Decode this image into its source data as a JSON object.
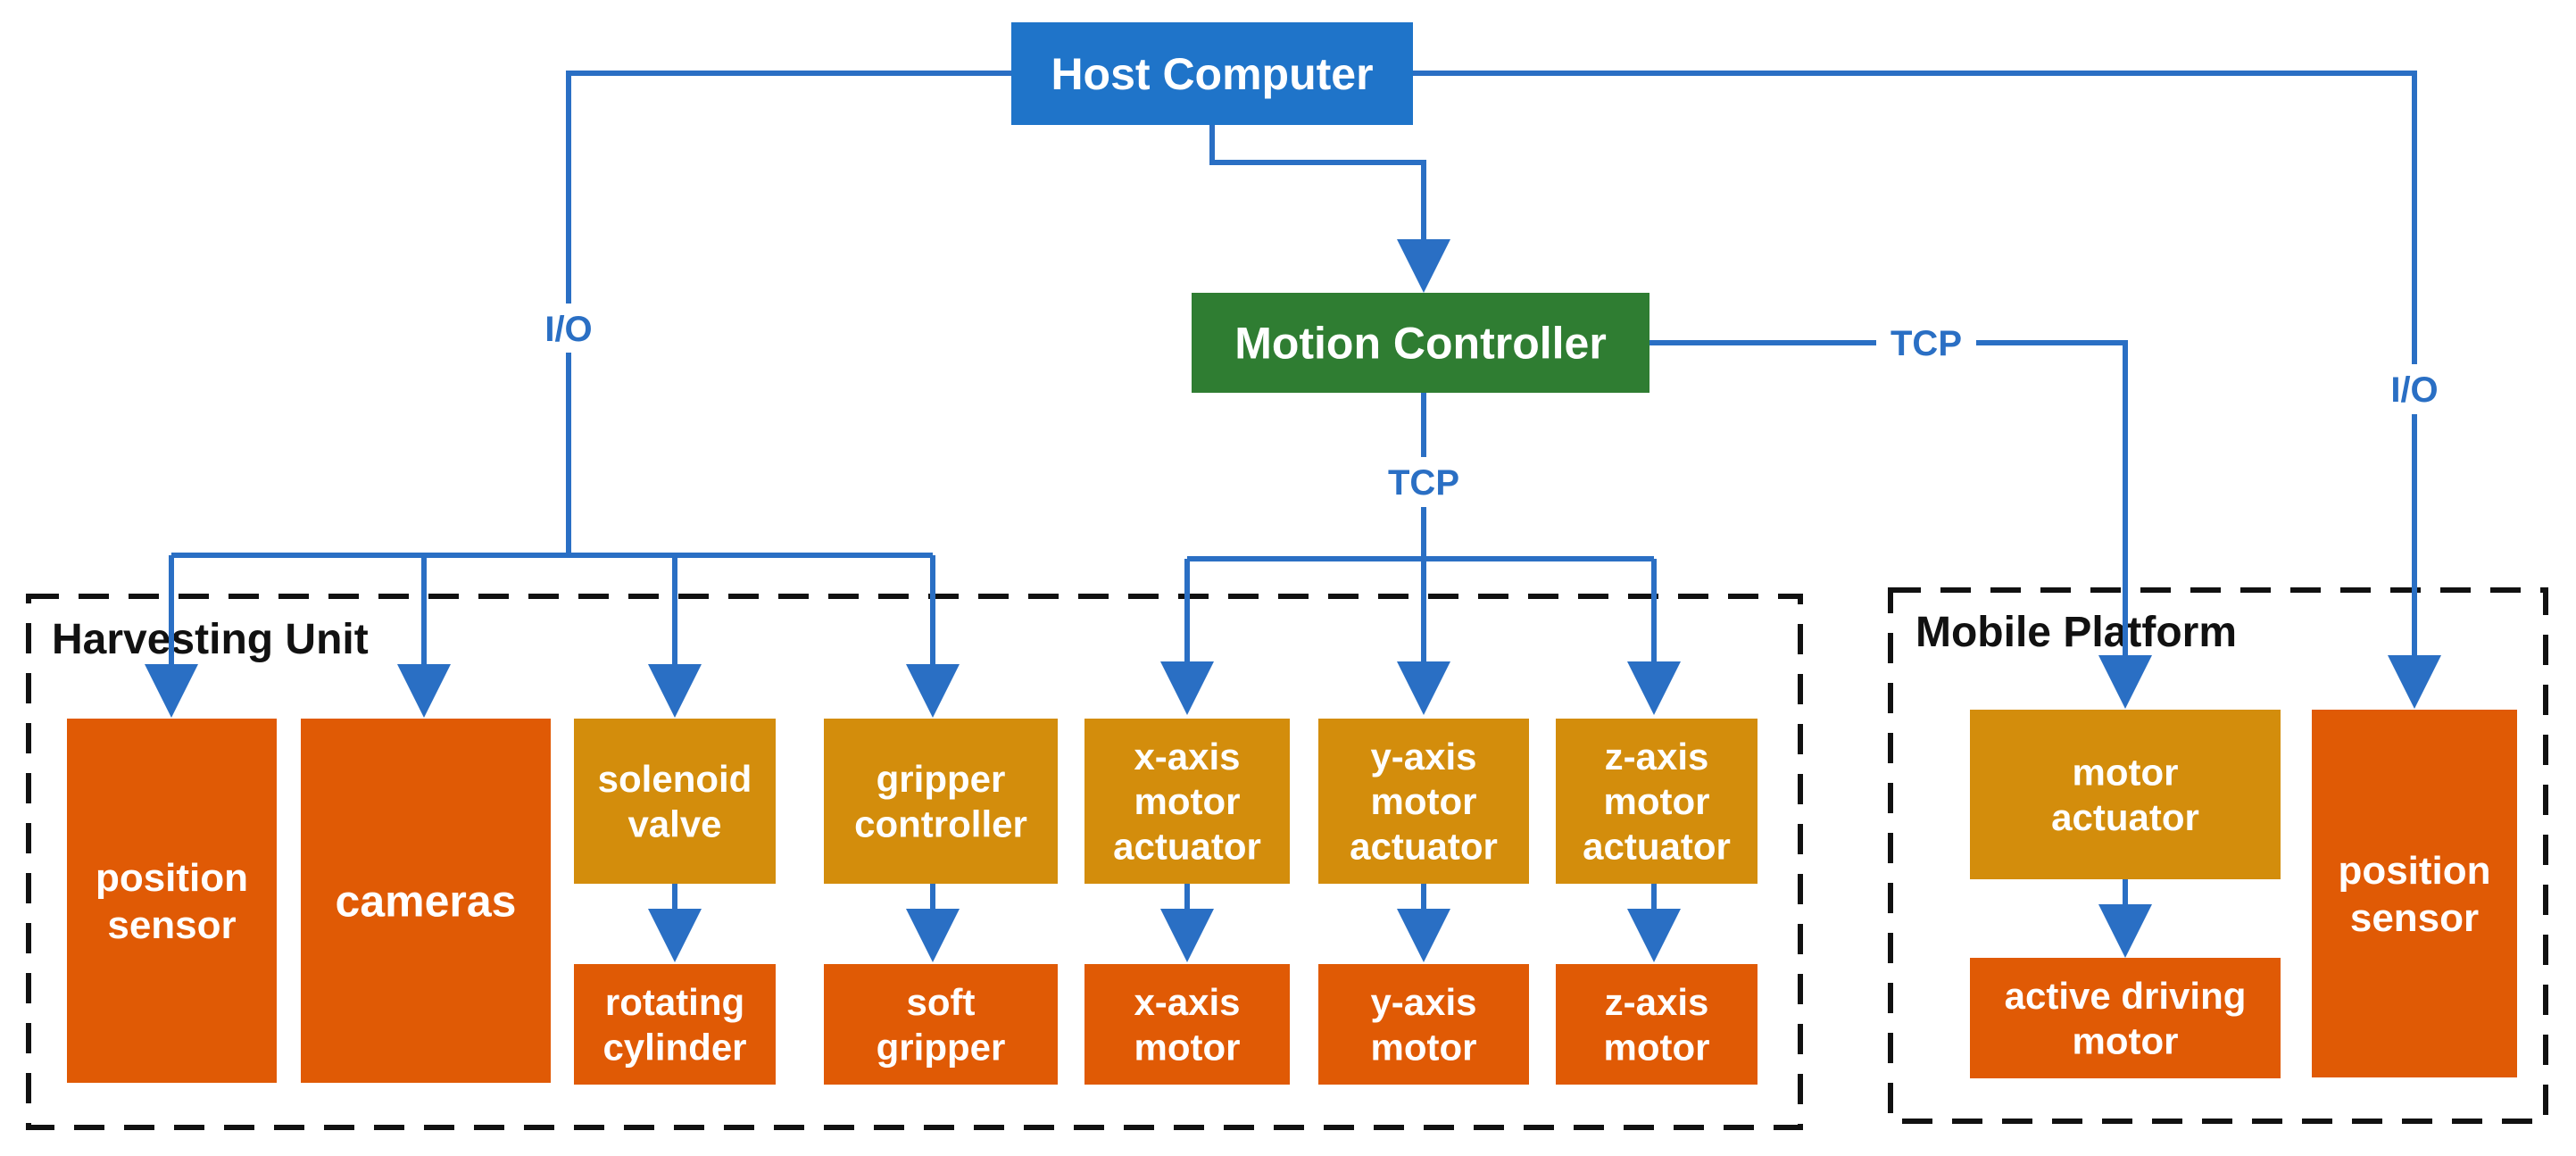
{
  "colors": {
    "host": "#1f74c9",
    "controller": "#2f7d32",
    "actuator": "#d38d0c",
    "device": "#e05a05",
    "connector": "#2a6fc4",
    "group_border": "#111111"
  },
  "groups": {
    "harvesting": {
      "label": "Harvesting Unit"
    },
    "mobile": {
      "label": "Mobile Platform"
    }
  },
  "nodes": {
    "host": {
      "lines": [
        "Host Computer"
      ]
    },
    "motion": {
      "lines": [
        "Motion Controller"
      ]
    },
    "hu_position_sensor": {
      "lines": [
        "position",
        "sensor"
      ]
    },
    "cameras": {
      "lines": [
        "cameras"
      ]
    },
    "solenoid_valve": {
      "lines": [
        "solenoid",
        "valve"
      ]
    },
    "gripper_controller": {
      "lines": [
        "gripper",
        "controller"
      ]
    },
    "x_actuator": {
      "lines": [
        "x-axis",
        "motor",
        "actuator"
      ]
    },
    "y_actuator": {
      "lines": [
        "y-axis",
        "motor",
        "actuator"
      ]
    },
    "z_actuator": {
      "lines": [
        "z-axis",
        "motor",
        "actuator"
      ]
    },
    "rotating_cylinder": {
      "lines": [
        "rotating",
        "cylinder"
      ]
    },
    "soft_gripper": {
      "lines": [
        "soft",
        "gripper"
      ]
    },
    "x_motor": {
      "lines": [
        "x-axis",
        "motor"
      ]
    },
    "y_motor": {
      "lines": [
        "y-axis",
        "motor"
      ]
    },
    "z_motor": {
      "lines": [
        "z-axis",
        "motor"
      ]
    },
    "mp_motor_actuator": {
      "lines": [
        "motor",
        "actuator"
      ]
    },
    "active_driving_motor": {
      "lines": [
        "active driving",
        "motor"
      ]
    },
    "mp_position_sensor": {
      "lines": [
        "position",
        "sensor"
      ]
    }
  },
  "edge_labels": {
    "io_left": "I/O",
    "tcp_mid": "TCP",
    "tcp_right": "TCP",
    "io_right": "I/O"
  }
}
